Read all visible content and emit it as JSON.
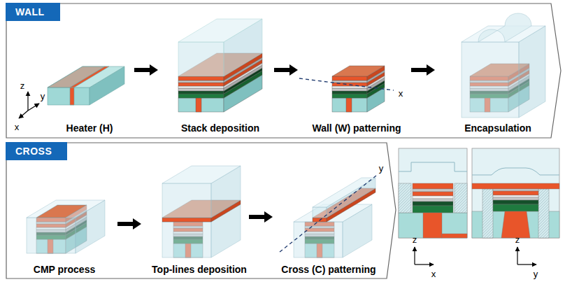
{
  "diagram": {
    "nodes": [
      {
        "text": [
          "WALL"
        ]
      },
      {
        "text": [
          "CROSS"
        ]
      }
    ],
    "labels": [
      "z",
      "y",
      "x",
      "Heater (H)",
      "Stack deposition",
      "x",
      "Wall (W) patterning",
      "Encapsulation",
      "CMP process",
      "Top-lines deposition",
      "y",
      "Cross (C) patterning",
      "z",
      "x",
      "z",
      "y"
    ]
  }
}
